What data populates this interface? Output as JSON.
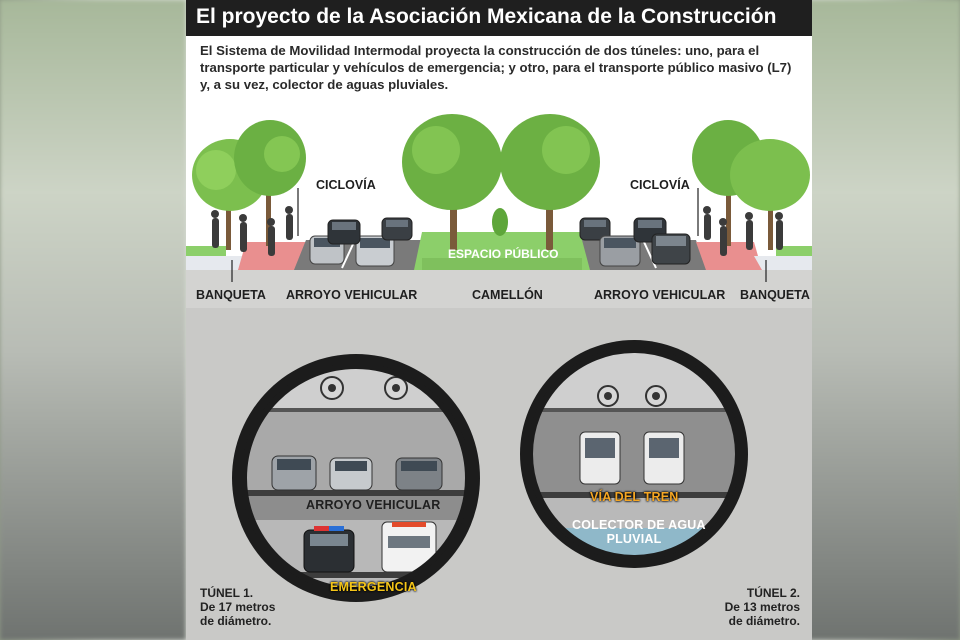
{
  "header": {
    "title": "El proyecto de la Asociación Mexicana de la Construcción"
  },
  "intro": {
    "text": "El Sistema de Movilidad Intermodal proyecta la construcción de dos túneles: uno, para el transporte particular y vehículos de emergencia; y otro, para el transporte público masivo (L7) y, a su vez, colector de aguas pluviales."
  },
  "street": {
    "ciclovia_left": "CICLOVÍA",
    "ciclovia_right": "CICLOVÍA",
    "espacio_publico": "ESPACIO PÚBLICO",
    "labels": {
      "banqueta_left": "BANQUETA",
      "arroyo_left": "ARROYO VEHICULAR",
      "camellon": "CAMELLÓN",
      "arroyo_right": "ARROYO VEHICULAR",
      "banqueta_right": "BANQUETA"
    }
  },
  "tunnel1": {
    "upper_label": "ARROYO VEHICULAR",
    "lower_label": "EMERGENCIA",
    "caption_1": "TÚNEL 1.",
    "caption_2": "De 17 metros",
    "caption_3": "de diámetro."
  },
  "tunnel2": {
    "upper_label": "VÍA DEL TREN",
    "lower_label_1": "COLECTOR DE AGUA",
    "lower_label_2": "PLUVIAL",
    "caption_1": "TÚNEL 2.",
    "caption_2": "De 13 metros",
    "caption_3": "de diámetro."
  },
  "colors": {
    "title_bar": "#1f1f1f",
    "emergency_label": "#f5c518",
    "train_label": "#f5a623",
    "water": "#8fb8c9",
    "ciclovia": "#e98f8f",
    "grass": "#8ccf6a"
  }
}
